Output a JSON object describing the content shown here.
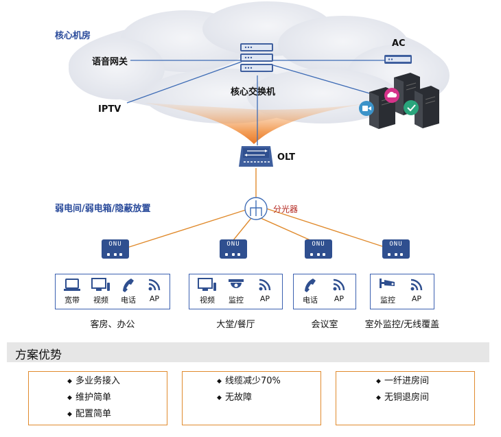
{
  "labels": {
    "core_room": "核心机房",
    "voice_gateway": "语音网关",
    "iptv": "IPTV",
    "ac": "AC",
    "core_switch": "核心交换机",
    "olt": "OLT",
    "weak_room": "弱电间/弱电箱/隐蔽放置",
    "splitter": "分光器"
  },
  "onu_label": "ONU",
  "groups": [
    {
      "name": "客房、办公",
      "services": [
        {
          "icon": "laptop-icon",
          "label": "宽带"
        },
        {
          "icon": "monitor-icon",
          "label": "视频"
        },
        {
          "icon": "phone-icon",
          "label": "电话"
        },
        {
          "icon": "wifi-icon",
          "label": "AP"
        }
      ]
    },
    {
      "name": "大堂/餐厅",
      "services": [
        {
          "icon": "monitor-icon",
          "label": "视频"
        },
        {
          "icon": "dome-camera-icon",
          "label": "监控"
        },
        {
          "icon": "wifi-icon",
          "label": "AP"
        }
      ]
    },
    {
      "name": "会议室",
      "services": [
        {
          "icon": "phone-icon",
          "label": "电话"
        },
        {
          "icon": "wifi-icon",
          "label": "AP"
        }
      ]
    },
    {
      "name": "室外监控/无线覆盖",
      "services": [
        {
          "icon": "bullet-camera-icon",
          "label": "监控"
        },
        {
          "icon": "wifi-icon",
          "label": "AP"
        }
      ]
    }
  ],
  "advantages": {
    "title": "方案优势",
    "boxes": [
      [
        "多业务接入",
        "维护简单",
        "配置简单"
      ],
      [
        "线缆减少70%",
        "无故障"
      ],
      [
        "一纤进房间",
        "无铜退房间"
      ]
    ]
  },
  "colors": {
    "label_blue": "#2a4b9b",
    "device_blue": "#2f4f8f",
    "fiber_orange": "#e08a2c",
    "splitter_red": "#b3261e"
  }
}
